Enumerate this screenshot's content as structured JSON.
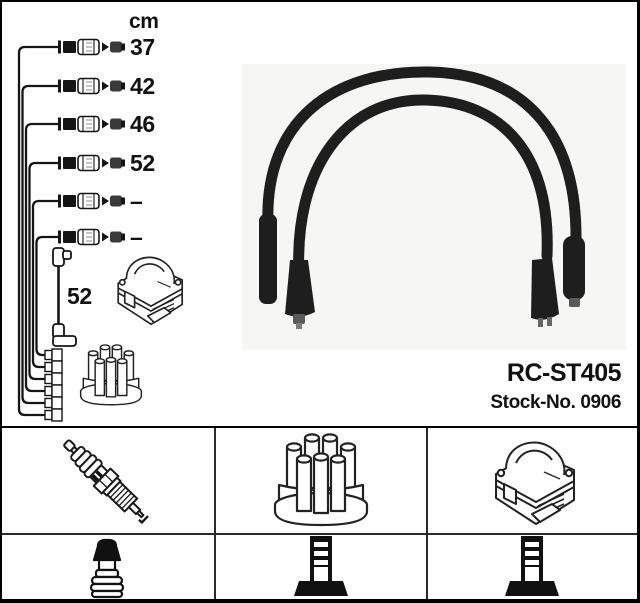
{
  "unit_header": "cm",
  "lead_labels": [
    "37",
    "42",
    "46",
    "52",
    "–",
    "–"
  ],
  "coil_wire_length": "52",
  "product": {
    "part_number": "RC-ST405",
    "stock_no": "Stock-No. 0906"
  },
  "colors": {
    "line_art": "#1a1a1a",
    "cable": "#1e1e1e",
    "photo_background": "#f6f6f5",
    "border": "#000000"
  },
  "icons": {
    "schematic": [
      "ignition-lead-connector-icon",
      "coil-wire-icon",
      "ignition-coil-icon",
      "distributor-cap-icon"
    ],
    "photo": "ignition-cable-set-photo",
    "legend_grid": [
      "spark-plug-icon",
      "distributor-cap-icon",
      "ignition-coil-icon",
      "plug-terminal-nut-icon",
      "coil-terminal-icon",
      "coil-terminal-icon"
    ]
  }
}
